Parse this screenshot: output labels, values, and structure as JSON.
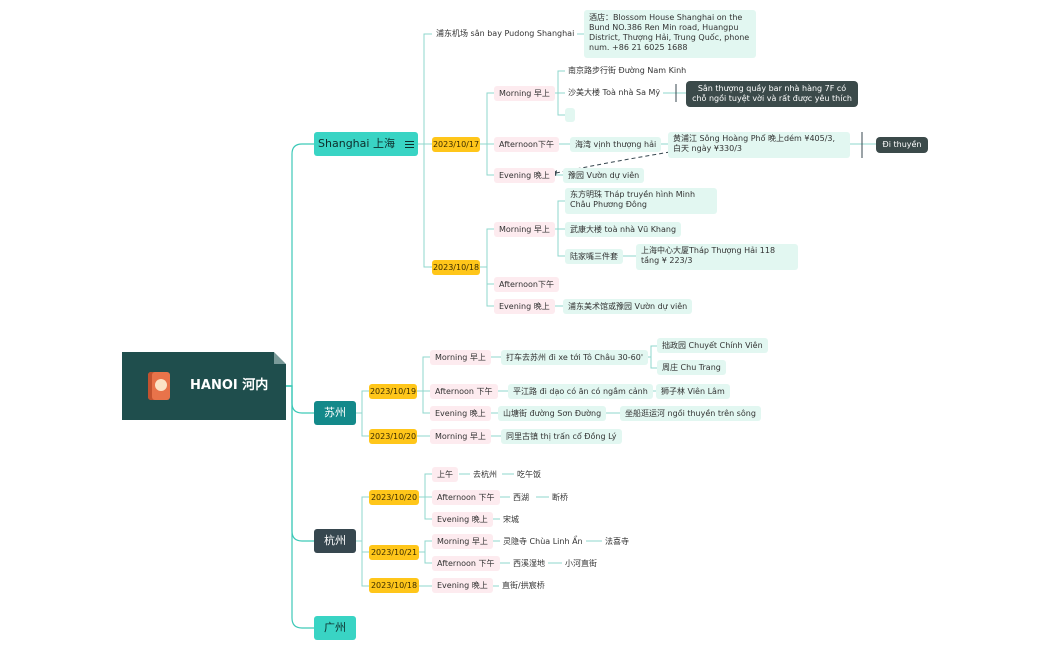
{
  "root": {
    "title": "HANOI 河内",
    "icon": "notebook-icon"
  },
  "branches": [
    {
      "label": "Shanghai 上海",
      "days": [
        {
          "date": "",
          "items": [
            {
              "label": "浦东机场 sân bay Pudong Shanghai",
              "note": "酒店：Blossom House Shanghai on the Bund NO.386 Ren Min road, Huangpu District, Thượng Hải, Trung Quốc,     phone num. +86 21 6025 1688"
            }
          ]
        },
        {
          "date": "2023/10/17",
          "periods": [
            {
              "label": "Morning 早上",
              "items": [
                "南京路步行街 Đường Nam Kinh",
                "沙美大楼 Toà nhà Sa Mỹ",
                ""
              ],
              "callout": "Sân thượng quầy bar nhà hàng 7F có chỗ ngồi tuyệt vời và rất được yêu thích"
            },
            {
              "label": "Afternoon下午",
              "items": [
                "海湾 vịnh thượng hải"
              ],
              "sub": "黄浦江 Sông Hoàng Phổ 晚上dém ¥405/3, 白天 ngày ¥330/3",
              "tag": "Đi thuyền"
            },
            {
              "label": "Evening 晚上",
              "items": [
                "豫园 Vườn dự viên"
              ]
            }
          ]
        },
        {
          "date": "2023/10/18",
          "periods": [
            {
              "label": "Morning 早上",
              "items": [
                "东方明珠 Tháp truyền hình Minh Châu Phương Đông",
                "武康大楼 toà nhà Vũ Khang",
                "陆家嘴三件套"
              ],
              "sub": "上海中心大厦Tháp Thượng Hải 118 tầng ¥ 223/3"
            },
            {
              "label": "Afternoon下午",
              "items": []
            },
            {
              "label": "Evening 晚上",
              "items": [
                "浦东美术馆或豫园 Vườn dự viên"
              ]
            }
          ]
        }
      ]
    },
    {
      "label": "苏州",
      "days": [
        {
          "date": "2023/10/19",
          "periods": [
            {
              "label": "Morning 早上",
              "items": [
                "打车去苏州 đi xe tới Tô Châu  30-60'"
              ],
              "subs": [
                "拙政园 Chuyết Chính Viên",
                "周庄 Chu Trang"
              ]
            },
            {
              "label": "Afternoon 下午",
              "items": [
                "平江路 đi dạo có ăn có ngắm cảnh"
              ],
              "subs": [
                "狮子林 Viên Lâm"
              ]
            },
            {
              "label": "Evening 晚上",
              "items": [
                "山塘街 đường Sơn Đường"
              ],
              "subs": [
                "坐船逛运河 ngồi thuyền trên sông"
              ]
            }
          ]
        },
        {
          "date": "2023/10/20",
          "periods": [
            {
              "label": "Morning 早上",
              "items": [
                "同里古镇 thị trấn cổ Đồng Lý"
              ]
            }
          ]
        }
      ]
    },
    {
      "label": "杭州",
      "days": [
        {
          "date": "2023/10/20",
          "periods": [
            {
              "label": "上午",
              "items": [
                "去杭州"
              ],
              "subs": [
                "吃午饭"
              ]
            },
            {
              "label": "Afternoon 下午",
              "items": [
                "西湖"
              ],
              "subs": [
                "断桥"
              ]
            },
            {
              "label": "Evening 晚上",
              "items": [
                "宋城"
              ]
            }
          ]
        },
        {
          "date": "2023/10/21",
          "periods": [
            {
              "label": "Morning 早上",
              "items": [
                "灵隐寺 Chùa Linh Ẩn"
              ],
              "subs": [
                "法喜寺"
              ]
            },
            {
              "label": "Afternoon 下午",
              "items": [
                "西溪湿地"
              ],
              "subs": [
                "小河直街"
              ]
            }
          ]
        },
        {
          "date": "2023/10/18",
          "periods": [
            {
              "label": "Evening 晚上",
              "items": [
                "直街/拱宸桥"
              ]
            }
          ]
        }
      ]
    },
    {
      "label": "广州",
      "days": []
    }
  ],
  "colors": {
    "line": "#3ec9b8",
    "date": "#ffc61a",
    "pink": "#fdebef",
    "mint": "#e2f7f1",
    "root": "#1f4e4d"
  }
}
